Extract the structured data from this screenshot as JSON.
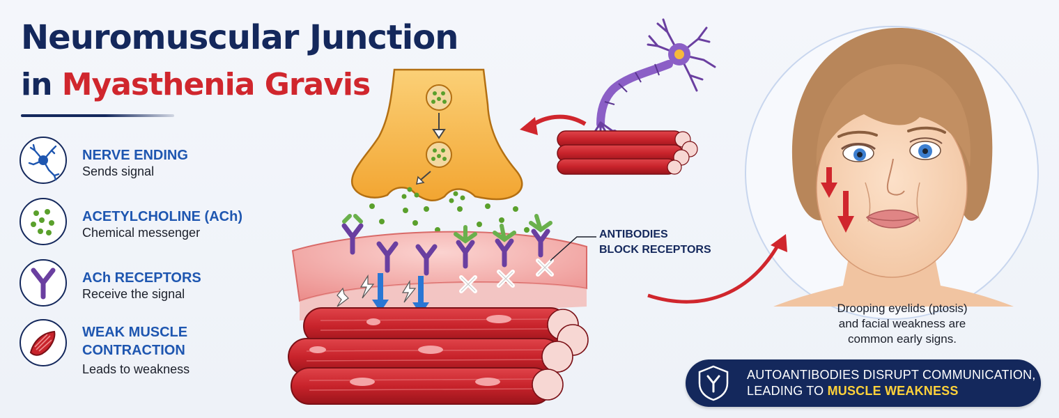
{
  "title": {
    "line1": "Neuromuscular Junction",
    "line2_prefix": "in",
    "line2_accent": "Myasthenia Gravis"
  },
  "legend": [
    {
      "icon": "neuron-icon",
      "heading": "NERVE ENDING",
      "description": "Sends signal"
    },
    {
      "icon": "acetylcholine-dots-icon",
      "heading": "ACETYLCHOLINE (ACh)",
      "description": "Chemical messenger"
    },
    {
      "icon": "receptor-y-icon",
      "heading": "ACh RECEPTORS",
      "description": "Receive the signal"
    },
    {
      "icon": "muscle-icon",
      "heading_line1": "WEAK MUSCLE",
      "heading_line2": "CONTRACTION",
      "description": "Leads to weakness"
    }
  ],
  "callout": {
    "line1": "ANTIBODIES",
    "line2": "BLOCK RECEPTORS"
  },
  "face_caption": {
    "line1": "Drooping eyelids (ptosis)",
    "line2": "and facial weakness are",
    "line3": "common early signs."
  },
  "banner": {
    "line1": "AUTOANTIBODIES DISRUPT COMMUNICATION,",
    "line2_prefix": "LEADING TO",
    "line2_highlight": "MUSCLE WEAKNESS"
  },
  "colors": {
    "navy": "#14285c",
    "accent_red": "#d0262d",
    "heading_blue": "#1e56b0",
    "terminal_orange": "#f6b93b",
    "muscle_red": "#c8232b",
    "ach_green": "#5aa02c",
    "receptor_purple": "#6a3fa0",
    "highlight_yellow": "#ffd23a"
  }
}
